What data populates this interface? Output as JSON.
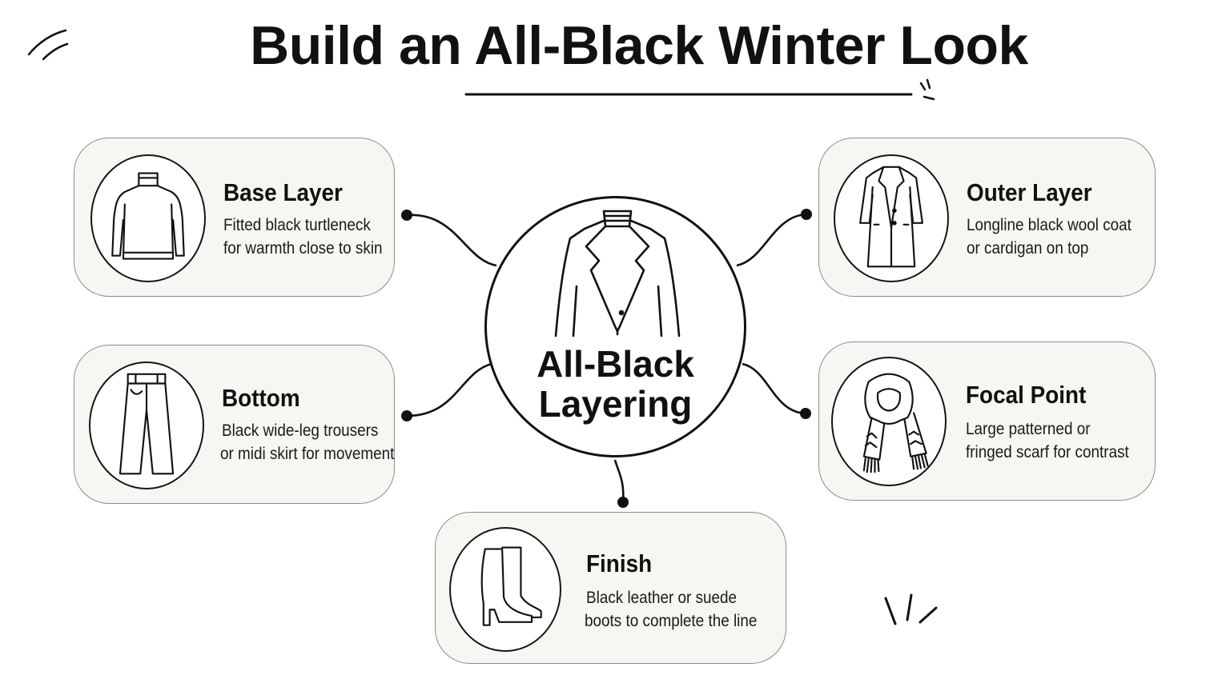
{
  "title": "Build an All-Black Winter Look",
  "hub": {
    "line1": "All-Black",
    "line2": "Layering",
    "icon": "blazer-icon"
  },
  "cards": [
    {
      "id": "base-layer",
      "icon": "turtleneck-icon",
      "title": "Base Layer",
      "desc": [
        "Fitted black turtleneck",
        "for warmth close to skin"
      ]
    },
    {
      "id": "bottom",
      "icon": "trousers-icon",
      "title": "Bottom",
      "desc": [
        "Black wide-leg trousers",
        "or midi skirt for movement"
      ]
    },
    {
      "id": "finish",
      "icon": "boots-icon",
      "title": "Finish",
      "desc": [
        "Black leather or suede",
        "boots to complete the line"
      ]
    },
    {
      "id": "outer-layer",
      "icon": "coat-icon",
      "title": "Outer Layer",
      "desc": [
        "Longline black wool coat",
        "or cardigan on top"
      ]
    },
    {
      "id": "focal-point",
      "icon": "scarf-icon",
      "title": "Focal Point",
      "desc": [
        "Large patterned or",
        "fringed scarf for contrast"
      ]
    }
  ],
  "colors": {
    "ink": "#111111",
    "card_bg": "#f7f6f3",
    "card_border": "#8c8c8c"
  }
}
